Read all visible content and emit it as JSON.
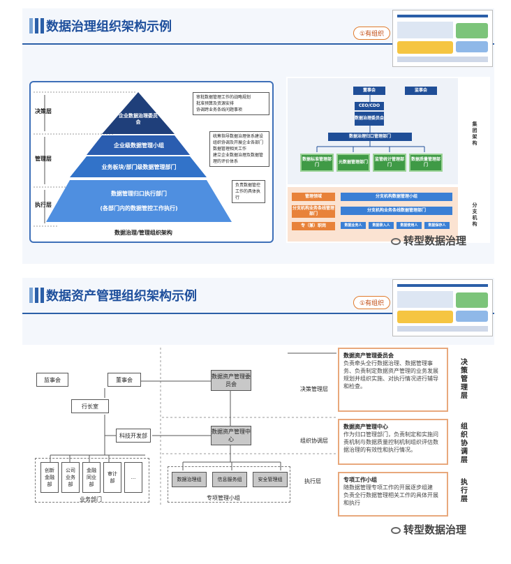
{
  "slide1": {
    "title": "数据治理组织架构示例",
    "tag": "①有组织",
    "pyramid": {
      "levels": [
        "决策层",
        "管理层",
        "执行层"
      ],
      "tiers": [
        "企业数据治理委员会",
        "企业级数据管理小组",
        "业务板块/部门级数据管理部门",
        "数据管理归口执行部门",
        "(各部门内的数据管控工作执行)"
      ],
      "bullets1": [
        "审批数据管理工作的战略规划",
        "批准预算及资源安排",
        "协调跨业务条线问题事项"
      ],
      "bullets2": [
        "统筹指导数据治理体系建设",
        "组织协调及开展企业各部门数据管理相关工作",
        "建立企业数据治理及数据管理的评价体系"
      ],
      "bullets3": [
        "负责数据管控工作的具体执行"
      ],
      "caption": "数据治理/管理组织架构"
    },
    "org": {
      "board": "董事会",
      "supervisors": "监事会",
      "ceo": "CEO/CDO",
      "committee": "数据治理委员会",
      "dept": "数据治理归口管理部门",
      "sub_depts": [
        "数据标准管理部门",
        "元数据管理部门",
        "监管统计管理部门",
        "数据质量管理部门"
      ],
      "group_label": "集团架构",
      "branch_label": "分支机构",
      "left_items": [
        "管理领域",
        "分支机构业务条线管理部门",
        "专（兼）职岗"
      ],
      "right_items": [
        "分支机构数据管理小组",
        "分支机构业务条线数据管理部门"
      ],
      "posts": [
        "数据业务人",
        "数据录入人",
        "数据使用人",
        "数据保存人"
      ]
    },
    "watermark": "转型数据治理"
  },
  "slide2": {
    "title": "数据资产管理组织架构示例",
    "tag": "①有组织",
    "org": {
      "supervisors": "监事会",
      "board": "董事会",
      "office": "行长室",
      "tech": "科技开发部",
      "units": [
        "创新金融部",
        "公司业务部",
        "金融同业部",
        "审计部",
        "..."
      ],
      "units_label": "业务部门",
      "committee": "数据资产管理委员会",
      "center": "数据资产管理中心",
      "groups": [
        "数据治理组",
        "信息服务组",
        "安全管理组"
      ],
      "groups_label": "专项管理小组",
      "mid_labels": [
        "决策管理层",
        "组织协调层",
        "执行层"
      ]
    },
    "roles": [
      {
        "head": "数据资产管理委员会",
        "items": [
          "负责牵头全行数据治理、数据管理事务、负责制定数据资产管理的业务发展规划并组织实施、对执行情况进行辅导和检查。"
        ],
        "side": "决策管理层"
      },
      {
        "head": "数据资产管理中心",
        "items": [
          "作为归口管理部门，负责制定和实施问责机制与数据质量控制机制组织评估数据治理的有效性和执行情况。"
        ],
        "side": "组织协调层"
      },
      {
        "head": "专项工作小组",
        "items": [
          "随数据管理专项工作的开展逐步组建",
          "负责全行数据管理相关工作的具体开展和执行"
        ],
        "side": "执行层"
      }
    ],
    "watermark": "转型数据治理"
  }
}
